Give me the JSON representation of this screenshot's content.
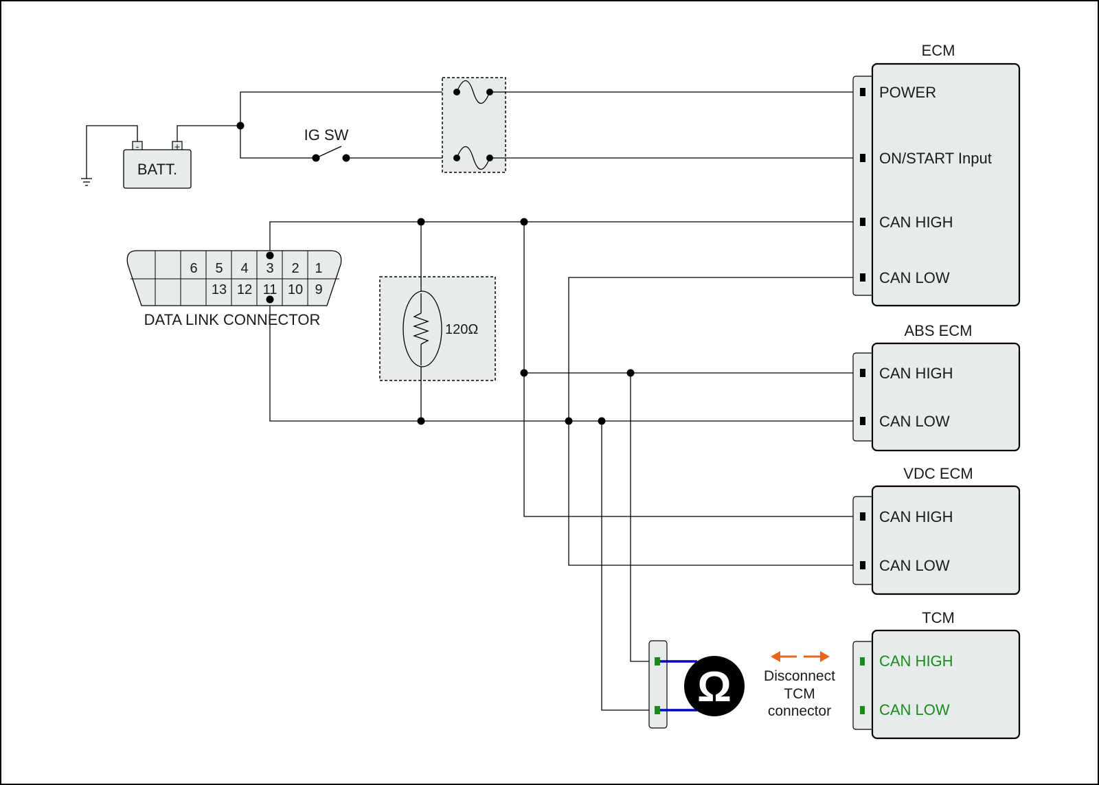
{
  "battery": {
    "label": "BATT.",
    "minus": "-",
    "plus": "+"
  },
  "switch_label": "IG SW",
  "dlc": {
    "label": "DATA LINK CONNECTOR",
    "top_pins": [
      "6",
      "5",
      "4",
      "3",
      "2",
      "1"
    ],
    "bottom_pins": [
      "13",
      "12",
      "11",
      "10",
      "9"
    ]
  },
  "resistor_label": "120Ω",
  "modules": [
    {
      "name": "ECM",
      "pins": [
        "POWER",
        "ON/START Input",
        "CAN HIGH",
        "CAN LOW"
      ]
    },
    {
      "name": "ABS ECM",
      "pins": [
        "CAN HIGH",
        "CAN LOW"
      ]
    },
    {
      "name": "VDC ECM",
      "pins": [
        "CAN HIGH",
        "CAN LOW"
      ]
    },
    {
      "name": "TCM",
      "pins": [
        "CAN HIGH",
        "CAN LOW"
      ]
    }
  ],
  "meter_symbol": "Ω",
  "disconnect_note": [
    "Disconnect",
    "TCM",
    "connector"
  ],
  "colors": {
    "module_fill": "#e6ecec",
    "tcm_pin_text": "#1a8a1a",
    "probe_lead": "#0000cc",
    "disconnect_arrow": "#e8661a"
  }
}
